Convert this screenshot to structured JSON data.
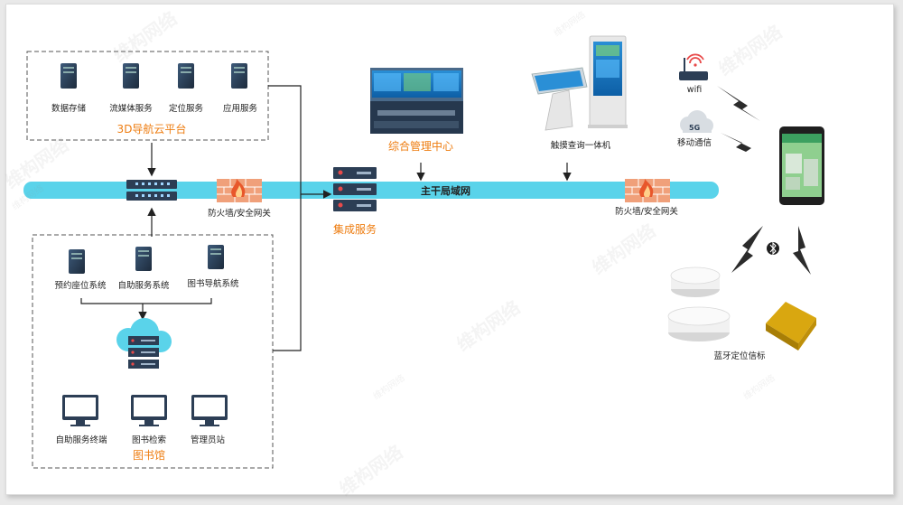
{
  "cloud_platform": {
    "title": "3D导航云平台",
    "services": [
      "数据存储",
      "流媒体服务",
      "定位服务",
      "应用服务"
    ]
  },
  "library": {
    "title": "图书馆",
    "systems": [
      "预约座位系统",
      "自助服务系统",
      "图书导航系统"
    ],
    "terminals": [
      "自助服务终端",
      "图书检索",
      "管理员站"
    ]
  },
  "network": {
    "backbone_label": "主干局域网",
    "firewall_left": "防火墙/安全网关",
    "firewall_right": "防火墙/安全网关",
    "integration": "集成服务"
  },
  "control_center": {
    "title": "综合管理中心"
  },
  "kiosk": {
    "title": "触摸查询一体机"
  },
  "wireless": {
    "wifi": "wifi",
    "mobile": "移动通信"
  },
  "beacons": {
    "title": "蓝牙定位信标"
  },
  "watermarks": {
    "brand": "维构网络"
  },
  "colors": {
    "backbone": "#5ad3ea",
    "accent": "#ee7d11",
    "firewall": "#f0a07a",
    "server": "#2c3e55"
  }
}
